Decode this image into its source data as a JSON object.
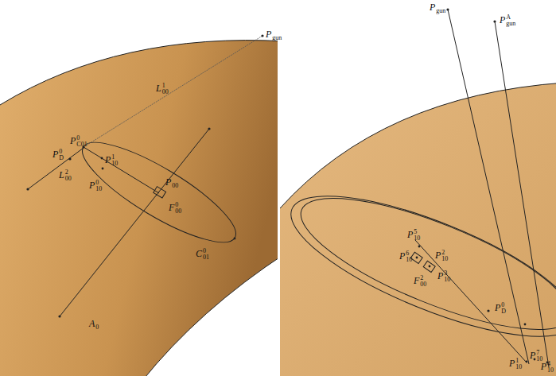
{
  "diagram": {
    "labels": [
      "Pgun",
      "L100",
      "P0C01",
      "P0D",
      "P110",
      "L200",
      "P010",
      "P00",
      "F000",
      "C001",
      "A0",
      "Pgun",
      "PAgun",
      "P510",
      "P610",
      "P210",
      "F200",
      "P310",
      "P0D",
      "P110",
      "P710",
      "P410"
    ]
  }
}
